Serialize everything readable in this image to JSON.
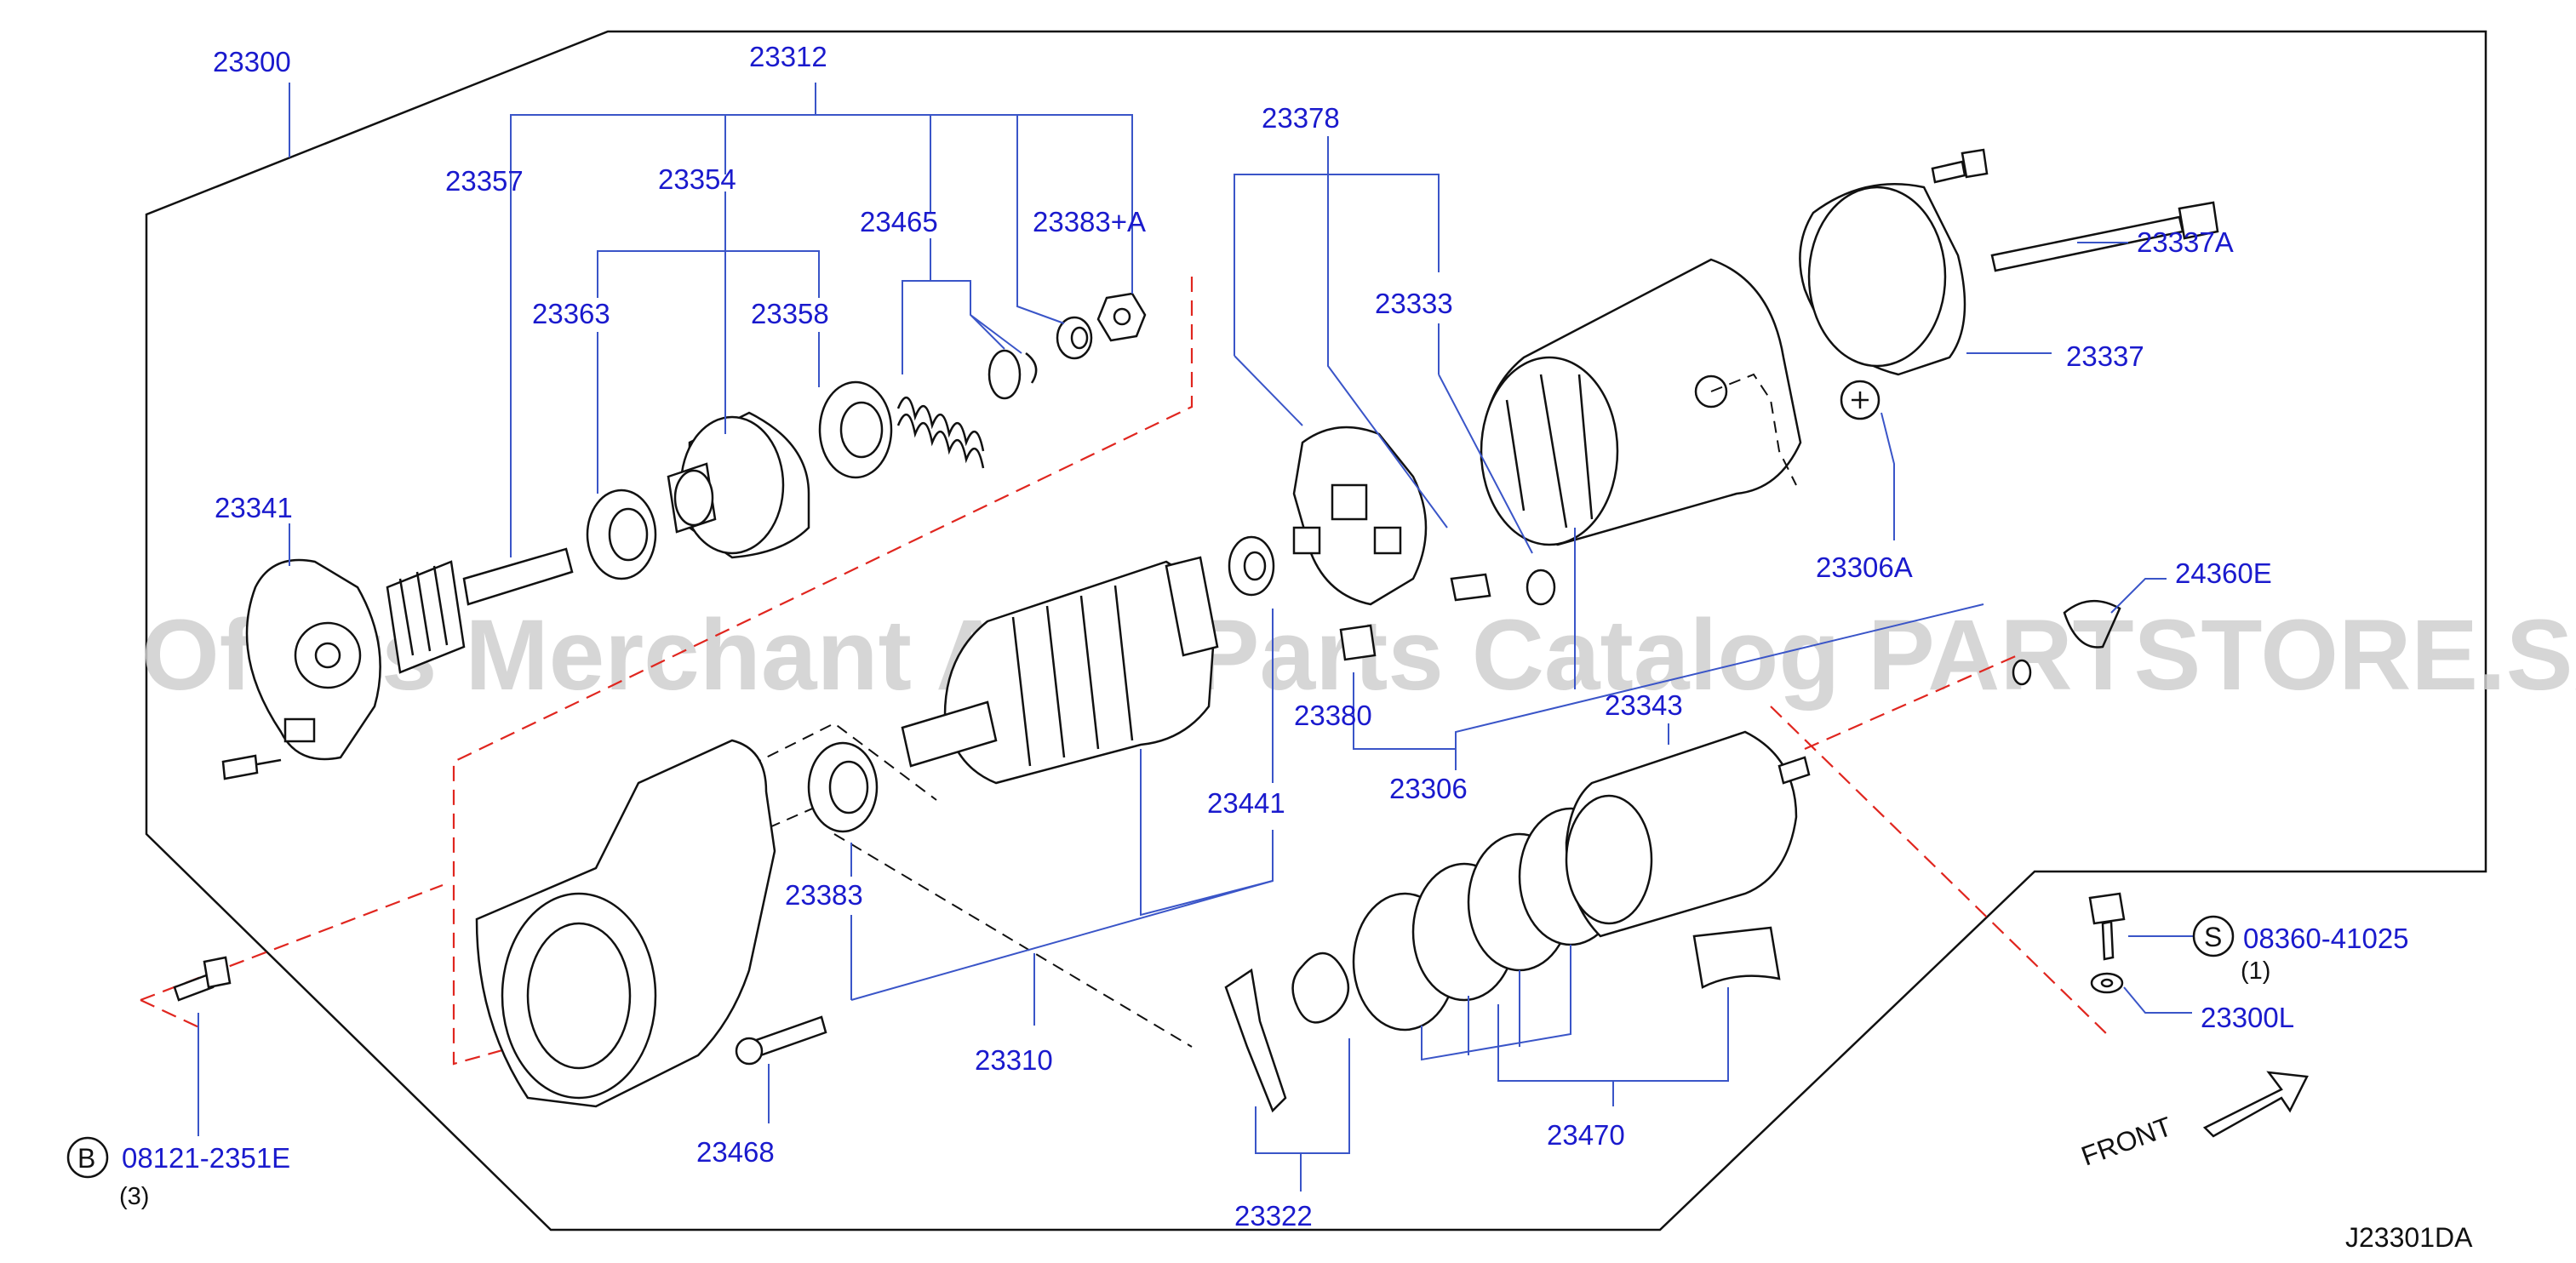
{
  "diagram": {
    "watermark": "Offers Merchant Auto Parts Catalog PARTSTORE.SA",
    "diagram_code": "J23301DA",
    "front_label": "FRONT",
    "labels": [
      {
        "id": "23300",
        "text": "23300"
      },
      {
        "id": "23312",
        "text": "23312"
      },
      {
        "id": "23357",
        "text": "23357"
      },
      {
        "id": "23354",
        "text": "23354"
      },
      {
        "id": "23465",
        "text": "23465"
      },
      {
        "id": "23383a",
        "text": "23383+A"
      },
      {
        "id": "23363",
        "text": "23363"
      },
      {
        "id": "23358",
        "text": "23358"
      },
      {
        "id": "23378",
        "text": "23378"
      },
      {
        "id": "23333",
        "text": "23333"
      },
      {
        "id": "23337a",
        "text": "23337A"
      },
      {
        "id": "23337",
        "text": "23337"
      },
      {
        "id": "23341",
        "text": "23341"
      },
      {
        "id": "23306a",
        "text": "23306A"
      },
      {
        "id": "24360e",
        "text": "24360E"
      },
      {
        "id": "23380",
        "text": "23380"
      },
      {
        "id": "23343",
        "text": "23343"
      },
      {
        "id": "23306",
        "text": "23306"
      },
      {
        "id": "23441",
        "text": "23441"
      },
      {
        "id": "23383",
        "text": "23383"
      },
      {
        "id": "23310",
        "text": "23310"
      },
      {
        "id": "08360",
        "text": "08360-41025"
      },
      {
        "id": "23300l",
        "text": "23300L"
      },
      {
        "id": "23468",
        "text": "23468"
      },
      {
        "id": "08121",
        "text": "08121-2351E"
      },
      {
        "id": "23470",
        "text": "23470"
      },
      {
        "id": "23322",
        "text": "23322"
      }
    ],
    "callouts": [
      {
        "id": "b",
        "letter": "B",
        "qty": "(3)"
      },
      {
        "id": "s",
        "letter": "S",
        "qty": "(1)"
      }
    ]
  }
}
